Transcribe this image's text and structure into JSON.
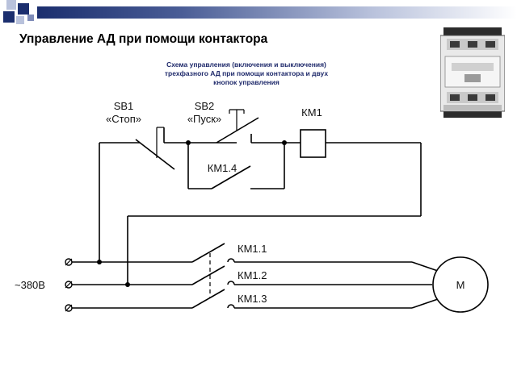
{
  "slide": {
    "title": "Управление АД при помощи контактора",
    "subtitle_lines": [
      "Схема управления (включения и выключения)",
      "трехфазного АД при помощи контактора и двух",
      "кнопок управления"
    ]
  },
  "colors": {
    "accent_dark": "#1b2e6e",
    "accent_light": "#b9c2dc",
    "subtitle_text": "#1f2a6b"
  },
  "schematic": {
    "sb1_name": "SB1",
    "sb1_caption": "«Стоп»",
    "sb2_name": "SB2",
    "sb2_caption": "«Пуск»",
    "coil_label": "КМ1",
    "hold_contact_label": "КМ1.4",
    "contact_labels": [
      "КМ1.1",
      "КМ1.2",
      "КМ1.3"
    ],
    "supply_label": "~380В",
    "motor_label": "М"
  },
  "photo": {
    "icon": "contactor-photo-icon"
  }
}
